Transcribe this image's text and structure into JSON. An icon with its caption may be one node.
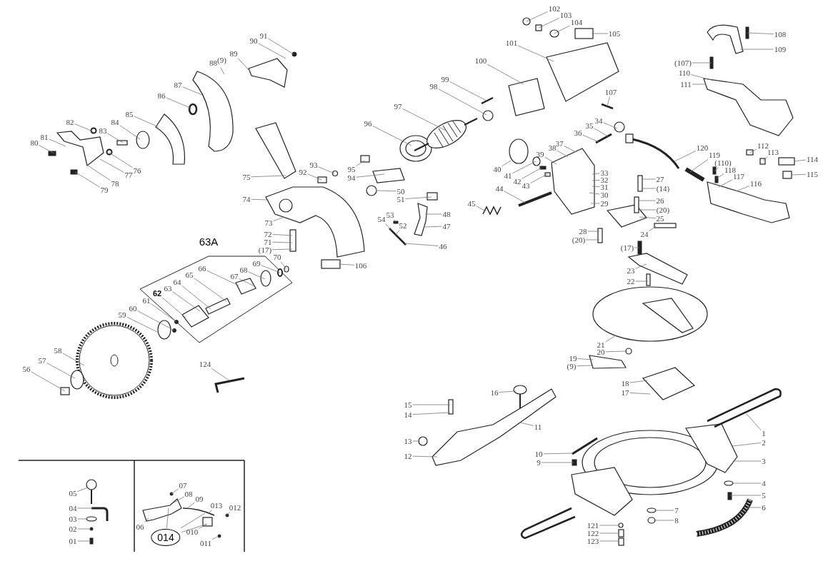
{
  "diagram": {
    "nodes": [
      {
        "text": [
          "91"
        ]
      },
      {
        "text": [
          "90"
        ]
      },
      {
        "text": [
          "89"
        ]
      },
      {
        "text": [
          "88",
          "(9)"
        ]
      },
      {
        "text": [
          "87"
        ]
      },
      {
        "text": [
          "86"
        ]
      },
      {
        "text": [
          "85"
        ]
      },
      {
        "text": [
          "84"
        ]
      },
      {
        "text": [
          "83"
        ]
      },
      {
        "text": [
          "82"
        ]
      },
      {
        "text": [
          "81"
        ]
      },
      {
        "text": [
          "80"
        ]
      },
      {
        "text": [
          "76"
        ]
      },
      {
        "text": [
          "77"
        ]
      },
      {
        "text": [
          "78"
        ]
      },
      {
        "text": [
          "79"
        ]
      },
      {
        "text": [
          "75"
        ]
      },
      {
        "text": [
          "92"
        ]
      },
      {
        "text": [
          "93"
        ]
      },
      {
        "text": [
          "74"
        ]
      },
      {
        "text": [
          "73"
        ]
      },
      {
        "text": [
          "72"
        ]
      },
      {
        "text": [
          "71"
        ]
      },
      {
        "text": [
          "(17)"
        ]
      },
      {
        "text": [
          "70"
        ]
      },
      {
        "text": [
          "69"
        ]
      },
      {
        "text": [
          "68"
        ]
      },
      {
        "text": [
          "67"
        ]
      },
      {
        "text": [
          "66"
        ]
      },
      {
        "text": [
          "65"
        ]
      },
      {
        "text": [
          "64"
        ]
      },
      {
        "text": [
          "63"
        ]
      },
      {
        "text": [
          "62"
        ]
      },
      {
        "text": [
          "61"
        ]
      },
      {
        "text": [
          "60"
        ]
      },
      {
        "text": [
          "59"
        ]
      },
      {
        "text": [
          "58"
        ]
      },
      {
        "text": [
          "57"
        ]
      },
      {
        "text": [
          "56"
        ]
      },
      {
        "text": [
          "124"
        ]
      },
      {
        "text": [
          "106"
        ]
      },
      {
        "text": [
          "102"
        ]
      },
      {
        "text": [
          "103"
        ]
      },
      {
        "text": [
          "104"
        ]
      },
      {
        "text": [
          "105"
        ]
      },
      {
        "text": [
          "101"
        ]
      },
      {
        "text": [
          "100"
        ]
      },
      {
        "text": [
          "99"
        ]
      },
      {
        "text": [
          "98"
        ]
      },
      {
        "text": [
          "97"
        ]
      },
      {
        "text": [
          "96"
        ]
      },
      {
        "text": [
          "107"
        ]
      },
      {
        "text": [
          "95"
        ]
      },
      {
        "text": [
          "94"
        ]
      },
      {
        "text": [
          "50"
        ]
      },
      {
        "text": [
          "51"
        ]
      },
      {
        "text": [
          "53"
        ]
      },
      {
        "text": [
          "54"
        ]
      },
      {
        "text": [
          "52"
        ]
      },
      {
        "text": [
          "48"
        ]
      },
      {
        "text": [
          "47"
        ]
      },
      {
        "text": [
          "46"
        ]
      },
      {
        "text": [
          "108"
        ]
      },
      {
        "text": [
          "109"
        ]
      },
      {
        "text": [
          "(107)"
        ]
      },
      {
        "text": [
          "110"
        ]
      },
      {
        "text": [
          "111"
        ]
      },
      {
        "text": [
          "34"
        ]
      },
      {
        "text": [
          "35"
        ]
      },
      {
        "text": [
          "36"
        ]
      },
      {
        "text": [
          "37"
        ]
      },
      {
        "text": [
          "38"
        ]
      },
      {
        "text": [
          "39"
        ]
      },
      {
        "text": [
          "40"
        ]
      },
      {
        "text": [
          "41"
        ]
      },
      {
        "text": [
          "42"
        ]
      },
      {
        "text": [
          "43"
        ]
      },
      {
        "text": [
          "44"
        ]
      },
      {
        "text": [
          "45"
        ]
      },
      {
        "text": [
          "33"
        ]
      },
      {
        "text": [
          "32"
        ]
      },
      {
        "text": [
          "31"
        ]
      },
      {
        "text": [
          "30"
        ]
      },
      {
        "text": [
          "29"
        ]
      },
      {
        "text": [
          "27"
        ]
      },
      {
        "text": [
          "(14)"
        ]
      },
      {
        "text": [
          "26"
        ]
      },
      {
        "text": [
          "(20)"
        ]
      },
      {
        "text": [
          "25"
        ]
      },
      {
        "text": [
          "24"
        ]
      },
      {
        "text": [
          "28"
        ]
      },
      {
        "text": [
          "(20)"
        ]
      },
      {
        "text": [
          "120"
        ]
      },
      {
        "text": [
          "119"
        ]
      },
      {
        "text": [
          "112"
        ]
      },
      {
        "text": [
          "113"
        ]
      },
      {
        "text": [
          "114"
        ]
      },
      {
        "text": [
          "115"
        ]
      },
      {
        "text": [
          "(110)"
        ]
      },
      {
        "text": [
          "118"
        ]
      },
      {
        "text": [
          "117"
        ]
      },
      {
        "text": [
          "116"
        ]
      },
      {
        "text": [
          "(17)"
        ]
      },
      {
        "text": [
          "23"
        ]
      },
      {
        "text": [
          "22"
        ]
      },
      {
        "text": [
          "21"
        ]
      },
      {
        "text": [
          "20"
        ]
      },
      {
        "text": [
          "19"
        ]
      },
      {
        "text": [
          "(9)"
        ]
      },
      {
        "text": [
          "18"
        ]
      },
      {
        "text": [
          "17"
        ]
      },
      {
        "text": [
          "16"
        ]
      },
      {
        "text": [
          "15"
        ]
      },
      {
        "text": [
          "14"
        ]
      },
      {
        "text": [
          "13"
        ]
      },
      {
        "text": [
          "12"
        ]
      },
      {
        "text": [
          "11"
        ]
      },
      {
        "text": [
          "10"
        ]
      },
      {
        "text": [
          "9"
        ]
      },
      {
        "text": [
          "1"
        ]
      },
      {
        "text": [
          "2"
        ]
      },
      {
        "text": [
          "3"
        ]
      },
      {
        "text": [
          "4"
        ]
      },
      {
        "text": [
          "5"
        ]
      },
      {
        "text": [
          "6"
        ]
      },
      {
        "text": [
          "7"
        ]
      },
      {
        "text": [
          "8"
        ]
      },
      {
        "text": [
          "121"
        ]
      },
      {
        "text": [
          "122"
        ]
      },
      {
        "text": [
          "123"
        ]
      },
      {
        "text": [
          "05"
        ]
      },
      {
        "text": [
          "04"
        ]
      },
      {
        "text": [
          "03"
        ]
      },
      {
        "text": [
          "02"
        ]
      },
      {
        "text": [
          "01"
        ]
      },
      {
        "text": [
          "07"
        ]
      },
      {
        "text": [
          "08"
        ]
      },
      {
        "text": [
          "09"
        ]
      },
      {
        "text": [
          "013"
        ]
      },
      {
        "text": [
          "012"
        ]
      },
      {
        "text": [
          "06"
        ]
      },
      {
        "text": [
          "010"
        ]
      },
      {
        "text": [
          "011"
        ]
      },
      {
        "text": [
          "014"
        ]
      },
      {
        "text": [],
        "shape": "picture"
      },
      {
        "text": [],
        "shape": "picture"
      },
      {
        "text": [],
        "shape": "circle"
      },
      {
        "text": [],
        "shape": "circle"
      },
      {
        "text": [],
        "shape": "picture"
      },
      {
        "text": [],
        "shape": "circle"
      },
      {
        "text": [],
        "shape": "box"
      },
      {
        "text": [],
        "shape": "picture"
      },
      {
        "text": [],
        "shape": "circle"
      },
      {
        "text": [],
        "shape": "box"
      },
      {
        "text": [],
        "shape": "circle"
      },
      {
        "text": [],
        "shape": "box"
      },
      {
        "text": [],
        "shape": "picture"
      },
      {
        "text": [],
        "shape": "picture"
      },
      {
        "text": [],
        "shape": "box"
      },
      {
        "text": [],
        "shape": "circle"
      },
      {
        "text": [],
        "shape": "box"
      },
      {
        "text": [],
        "shape": "box"
      },
      {
        "text": [],
        "shape": "picture"
      },
      {
        "text": [],
        "shape": "picture"
      },
      {
        "text": [],
        "shape": "picture"
      },
      {
        "text": [],
        "shape": "circle"
      },
      {
        "text": [],
        "shape": "circle"
      },
      {
        "text": [],
        "shape": "circle"
      },
      {
        "text": [],
        "shape": "circle"
      },
      {
        "text": [],
        "shape": "circle"
      },
      {
        "text": [],
        "shape": "picture"
      },
      {
        "text": [],
        "shape": "circle"
      },
      {
        "text": [],
        "shape": "circle"
      },
      {
        "text": [],
        "shape": "box"
      },
      {
        "text": [],
        "shape": "picture"
      },
      {
        "text": [],
        "shape": "picture"
      },
      {
        "text": [],
        "shape": "box"
      },
      {
        "text": [],
        "shape": "picture"
      },
      {
        "text": [],
        "shape": "circle"
      },
      {
        "text": [],
        "shape": "box"
      },
      {
        "text": [],
        "shape": "picture"
      },
      {
        "text": [],
        "shape": "box"
      },
      {
        "text": [],
        "shape": "picture"
      },
      {
        "text": [],
        "shape": "picture"
      },
      {
        "text": [],
        "shape": "circle"
      },
      {
        "text": [],
        "shape": "picture"
      },
      {
        "text": [],
        "shape": "picture"
      },
      {
        "text": [],
        "shape": "picture"
      },
      {
        "text": [],
        "shape": "circle"
      },
      {
        "text": [],
        "shape": "box"
      },
      {
        "text": [],
        "shape": "circle"
      },
      {
        "text": [],
        "shape": "box"
      },
      {
        "text": [],
        "shape": "picture"
      },
      {
        "text": [],
        "shape": "picture"
      },
      {
        "text": [],
        "shape": "circle"
      },
      {
        "text": [],
        "shape": "picture"
      },
      {
        "text": [],
        "shape": "circle"
      },
      {
        "text": [],
        "shape": "circle"
      },
      {
        "text": [],
        "shape": "box"
      },
      {
        "text": [],
        "shape": "box"
      },
      {
        "text": [],
        "shape": "picture"
      },
      {
        "text": [],
        "shape": "picture"
      },
      {
        "text": [],
        "shape": "picture"
      },
      {
        "text": [],
        "shape": "box"
      },
      {
        "text": [],
        "shape": "box"
      },
      {
        "text": [],
        "shape": "box"
      },
      {
        "text": [],
        "shape": "box"
      },
      {
        "text": [],
        "shape": "picture"
      },
      {
        "text": [],
        "shape": "picture"
      },
      {
        "text": [],
        "shape": "box"
      },
      {
        "text": [],
        "shape": "picture"
      },
      {
        "text": [],
        "shape": "box"
      },
      {
        "text": [],
        "shape": "picture"
      },
      {
        "text": [],
        "shape": "box"
      },
      {
        "text": [],
        "shape": "box"
      },
      {
        "text": [],
        "shape": "box"
      },
      {
        "text": [],
        "shape": "box"
      },
      {
        "text": [],
        "shape": "box"
      },
      {
        "text": [],
        "shape": "box"
      },
      {
        "text": [],
        "shape": "picture"
      },
      {
        "text": [],
        "shape": "box"
      },
      {
        "text": [],
        "shape": "picture"
      },
      {
        "text": [],
        "shape": "box"
      },
      {
        "text": [],
        "shape": "picture"
      },
      {
        "text": [],
        "shape": "circle"
      },
      {
        "text": [],
        "shape": "picture"
      },
      {
        "text": [],
        "shape": "picture"
      },
      {
        "text": [],
        "shape": "picture"
      },
      {
        "text": [],
        "shape": "circle"
      },
      {
        "text": [],
        "shape": "picture"
      },
      {
        "text": [],
        "shape": "box"
      },
      {
        "text": [],
        "shape": "picture"
      },
      {
        "text": [],
        "shape": "picture"
      },
      {
        "text": [],
        "shape": "box"
      },
      {
        "text": [],
        "shape": "picture"
      },
      {
        "text": [],
        "shape": "picture"
      },
      {
        "text": [],
        "shape": "circle"
      },
      {
        "text": [],
        "shape": "box"
      },
      {
        "text": [],
        "shape": "picture"
      },
      {
        "text": [],
        "shape": "circle"
      },
      {
        "text": [],
        "shape": "circle"
      },
      {
        "text": [],
        "shape": "circle"
      },
      {
        "text": [],
        "shape": "box"
      },
      {
        "text": [],
        "shape": "box"
      },
      {
        "text": [],
        "shape": "picture"
      },
      {
        "text": [],
        "shape": "picture"
      },
      {
        "text": [],
        "shape": "circle"
      },
      {
        "text": [],
        "shape": "circle"
      },
      {
        "text": [],
        "shape": "box"
      },
      {
        "text": [],
        "shape": "circle"
      },
      {
        "text": [],
        "shape": "picture"
      },
      {
        "text": [],
        "shape": "picture"
      },
      {
        "text": [],
        "shape": "box"
      },
      {
        "text": [],
        "shape": "circle"
      },
      {
        "text": [],
        "shape": "circle"
      }
    ],
    "edges": [
      {
        "from": 0,
        "to": 146,
        "arrow": "none"
      },
      {
        "from": 1,
        "to": 145,
        "arrow": "none"
      },
      {
        "from": 2,
        "to": 145,
        "arrow": "none"
      },
      {
        "from": 3,
        "to": 144,
        "arrow": "none"
      },
      {
        "from": 4,
        "to": 144,
        "arrow": "none"
      },
      {
        "from": 5,
        "to": 147,
        "arrow": "none"
      },
      {
        "from": 6,
        "to": 148,
        "arrow": "none"
      },
      {
        "from": 7,
        "to": 149,
        "arrow": "none"
      },
      {
        "from": 8,
        "to": 150,
        "arrow": "none"
      },
      {
        "from": 9,
        "to": 152,
        "arrow": "none"
      },
      {
        "from": 10,
        "to": 151,
        "arrow": "none"
      },
      {
        "from": 11,
        "to": 153,
        "arrow": "none"
      },
      {
        "from": 12,
        "to": 154,
        "arrow": "none"
      },
      {
        "from": 13,
        "to": 151,
        "arrow": "none"
      },
      {
        "from": 14,
        "to": 151,
        "arrow": "none"
      },
      {
        "from": 15,
        "to": 155,
        "arrow": "none"
      },
      {
        "from": 16,
        "to": 156,
        "arrow": "none"
      },
      {
        "from": 17,
        "to": 158,
        "arrow": "none"
      },
      {
        "from": 18,
        "to": 159,
        "arrow": "none"
      },
      {
        "from": 19,
        "to": 157,
        "arrow": "none"
      },
      {
        "from": 20,
        "to": 157,
        "arrow": "none"
      },
      {
        "from": 21,
        "to": 160,
        "arrow": "none"
      },
      {
        "from": 22,
        "to": 160,
        "arrow": "none"
      },
      {
        "from": 23,
        "to": 160,
        "arrow": "none"
      },
      {
        "from": 24,
        "to": 167,
        "arrow": "none"
      },
      {
        "from": 25,
        "to": 166,
        "arrow": "none"
      },
      {
        "from": 26,
        "to": 165,
        "arrow": "none"
      },
      {
        "from": 27,
        "to": 164,
        "arrow": "none"
      },
      {
        "from": 28,
        "to": 164,
        "arrow": "none"
      },
      {
        "from": 29,
        "to": 163,
        "arrow": "none"
      },
      {
        "from": 30,
        "to": 163,
        "arrow": "none"
      },
      {
        "from": 31,
        "to": 162,
        "arrow": "none"
      },
      {
        "from": 32,
        "to": 162,
        "arrow": "none"
      },
      {
        "from": 33,
        "to": 168,
        "arrow": "none"
      },
      {
        "from": 34,
        "to": 169,
        "arrow": "none"
      },
      {
        "from": 35,
        "to": 171,
        "arrow": "none"
      },
      {
        "from": 36,
        "to": 170,
        "arrow": "none"
      },
      {
        "from": 37,
        "to": 172,
        "arrow": "none"
      },
      {
        "from": 38,
        "to": 173,
        "arrow": "none"
      },
      {
        "from": 39,
        "to": 174,
        "arrow": "none"
      },
      {
        "from": 40,
        "to": 161,
        "arrow": "none"
      },
      {
        "from": 41,
        "to": 188,
        "arrow": "none"
      },
      {
        "from": 42,
        "to": 189,
        "arrow": "none"
      },
      {
        "from": 43,
        "to": 190,
        "arrow": "none"
      },
      {
        "from": 44,
        "to": 191,
        "arrow": "none"
      },
      {
        "from": 45,
        "to": 187,
        "arrow": "none"
      },
      {
        "from": 46,
        "to": 186,
        "arrow": "none"
      },
      {
        "from": 47,
        "to": 185,
        "arrow": "none"
      },
      {
        "from": 48,
        "to": 184,
        "arrow": "none"
      },
      {
        "from": 49,
        "to": 183,
        "arrow": "none"
      },
      {
        "from": 50,
        "to": 175,
        "arrow": "none"
      },
      {
        "from": 51,
        "to": 192,
        "arrow": "none"
      },
      {
        "from": 52,
        "to": 176,
        "arrow": "none"
      },
      {
        "from": 53,
        "to": 177,
        "arrow": "none"
      },
      {
        "from": 54,
        "to": 178,
        "arrow": "none"
      },
      {
        "from": 55,
        "to": 179,
        "arrow": "none"
      },
      {
        "from": 56,
        "to": 181,
        "arrow": "none"
      },
      {
        "from": 57,
        "to": 180,
        "arrow": "none"
      },
      {
        "from": 58,
        "to": 180,
        "arrow": "none"
      },
      {
        "from": 59,
        "to": 182,
        "arrow": "none"
      },
      {
        "from": 60,
        "to": 182,
        "arrow": "none"
      },
      {
        "from": 61,
        "to": 180,
        "arrow": "none"
      },
      {
        "from": 62,
        "to": 209,
        "arrow": "none"
      },
      {
        "from": 63,
        "to": 210,
        "arrow": "none"
      },
      {
        "from": 64,
        "to": 211,
        "arrow": "none"
      },
      {
        "from": 65,
        "to": 212,
        "arrow": "none"
      },
      {
        "from": 66,
        "to": 212,
        "arrow": "none"
      },
      {
        "from": 67,
        "to": 194,
        "arrow": "none"
      },
      {
        "from": 68,
        "to": 195,
        "arrow": "none"
      },
      {
        "from": 69,
        "to": 195,
        "arrow": "none"
      },
      {
        "from": 70,
        "to": 193,
        "arrow": "none"
      },
      {
        "from": 71,
        "to": 193,
        "arrow": "none"
      },
      {
        "from": 72,
        "to": 193,
        "arrow": "none"
      },
      {
        "from": 73,
        "to": 196,
        "arrow": "none"
      },
      {
        "from": 74,
        "to": 197,
        "arrow": "none"
      },
      {
        "from": 75,
        "to": 198,
        "arrow": "none"
      },
      {
        "from": 76,
        "to": 199,
        "arrow": "none"
      },
      {
        "from": 77,
        "to": 200,
        "arrow": "none"
      },
      {
        "from": 78,
        "to": 201,
        "arrow": "none"
      },
      {
        "from": 79,
        "to": 193,
        "arrow": "none"
      },
      {
        "from": 80,
        "to": 193,
        "arrow": "none"
      },
      {
        "from": 81,
        "to": 193,
        "arrow": "none"
      },
      {
        "from": 82,
        "to": 193,
        "arrow": "none"
      },
      {
        "from": 83,
        "to": 193,
        "arrow": "none"
      },
      {
        "from": 84,
        "to": 205,
        "arrow": "none"
      },
      {
        "from": 85,
        "to": 205,
        "arrow": "none"
      },
      {
        "from": 86,
        "to": 206,
        "arrow": "none"
      },
      {
        "from": 87,
        "to": 206,
        "arrow": "none"
      },
      {
        "from": 88,
        "to": 202,
        "arrow": "none"
      },
      {
        "from": 89,
        "to": 204,
        "arrow": "none"
      },
      {
        "from": 90,
        "to": 203,
        "arrow": "none"
      },
      {
        "from": 91,
        "to": 203,
        "arrow": "none"
      },
      {
        "from": 92,
        "to": 207,
        "arrow": "none"
      },
      {
        "from": 93,
        "to": 208,
        "arrow": "none"
      },
      {
        "from": 94,
        "to": 213,
        "arrow": "none"
      },
      {
        "from": 95,
        "to": 214,
        "arrow": "none"
      },
      {
        "from": 96,
        "to": 215,
        "arrow": "none"
      },
      {
        "from": 97,
        "to": 216,
        "arrow": "none"
      },
      {
        "from": 98,
        "to": 217,
        "arrow": "none"
      },
      {
        "from": 99,
        "to": 218,
        "arrow": "none"
      },
      {
        "from": 100,
        "to": 219,
        "arrow": "none"
      },
      {
        "from": 101,
        "to": 219,
        "arrow": "none"
      },
      {
        "from": 102,
        "to": 220,
        "arrow": "none"
      },
      {
        "from": 103,
        "to": 221,
        "arrow": "none"
      },
      {
        "from": 104,
        "to": 222,
        "arrow": "none"
      },
      {
        "from": 105,
        "to": 223,
        "arrow": "none"
      },
      {
        "from": 106,
        "to": 224,
        "arrow": "none"
      },
      {
        "from": 107,
        "to": 225,
        "arrow": "none"
      },
      {
        "from": 108,
        "to": 225,
        "arrow": "none"
      },
      {
        "from": 109,
        "to": 226,
        "arrow": "none"
      },
      {
        "from": 110,
        "to": 226,
        "arrow": "none"
      },
      {
        "from": 111,
        "to": 229,
        "arrow": "none"
      },
      {
        "from": 112,
        "to": 230,
        "arrow": "none"
      },
      {
        "from": 113,
        "to": 230,
        "arrow": "none"
      },
      {
        "from": 114,
        "to": 228,
        "arrow": "none"
      },
      {
        "from": 115,
        "to": 227,
        "arrow": "none"
      },
      {
        "from": 116,
        "to": 227,
        "arrow": "none"
      },
      {
        "from": 117,
        "to": 232,
        "arrow": "none"
      },
      {
        "from": 118,
        "to": 233,
        "arrow": "none"
      },
      {
        "from": 119,
        "to": 234,
        "arrow": "none"
      },
      {
        "from": 120,
        "to": 231,
        "arrow": "none"
      },
      {
        "from": 121,
        "to": 231,
        "arrow": "none"
      },
      {
        "from": 122,
        "to": 236,
        "arrow": "none"
      },
      {
        "from": 123,
        "to": 237,
        "arrow": "none"
      },
      {
        "from": 124,
        "to": 238,
        "arrow": "none"
      },
      {
        "from": 125,
        "to": 239,
        "arrow": "none"
      },
      {
        "from": 126,
        "to": 240,
        "arrow": "none"
      },
      {
        "from": 127,
        "to": 241,
        "arrow": "none"
      },
      {
        "from": 128,
        "to": 242,
        "arrow": "none"
      },
      {
        "from": 129,
        "to": 243,
        "arrow": "none"
      },
      {
        "from": 130,
        "to": 244,
        "arrow": "none"
      },
      {
        "from": 131,
        "to": 245,
        "arrow": "none"
      },
      {
        "from": 132,
        "to": 246,
        "arrow": "none"
      },
      {
        "from": 133,
        "to": 247,
        "arrow": "none"
      },
      {
        "from": 134,
        "to": 248,
        "arrow": "none"
      },
      {
        "from": 135,
        "to": 249,
        "arrow": "none"
      },
      {
        "from": 136,
        "to": 250,
        "arrow": "none"
      },
      {
        "from": 137,
        "to": 251,
        "arrow": "none"
      },
      {
        "from": 138,
        "to": 251,
        "arrow": "none"
      },
      {
        "from": 139,
        "to": 253,
        "arrow": "none"
      },
      {
        "from": 140,
        "to": 250,
        "arrow": "none"
      },
      {
        "from": 141,
        "to": 252,
        "arrow": "none"
      },
      {
        "from": 142,
        "to": 254,
        "arrow": "none"
      },
      {
        "from": 143,
        "to": 250,
        "arrow": "none"
      },
      {
        "from": 143,
        "to": 251,
        "arrow": "none"
      },
      {
        "from": 143,
        "to": 252,
        "arrow": "none"
      }
    ],
    "labels": [
      "63A"
    ]
  }
}
